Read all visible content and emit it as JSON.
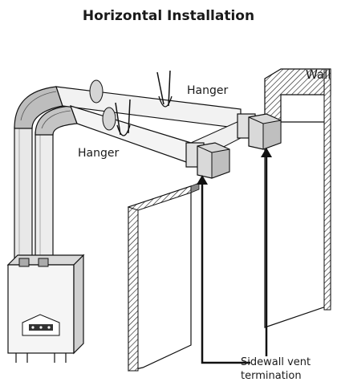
{
  "title": "Horizontal Installation",
  "labels": {
    "wall": "Wall",
    "hanger_upper": "Hanger",
    "hanger_lower": "Hanger",
    "vent_line1": "Sidewall vent",
    "vent_line2": "termination"
  }
}
